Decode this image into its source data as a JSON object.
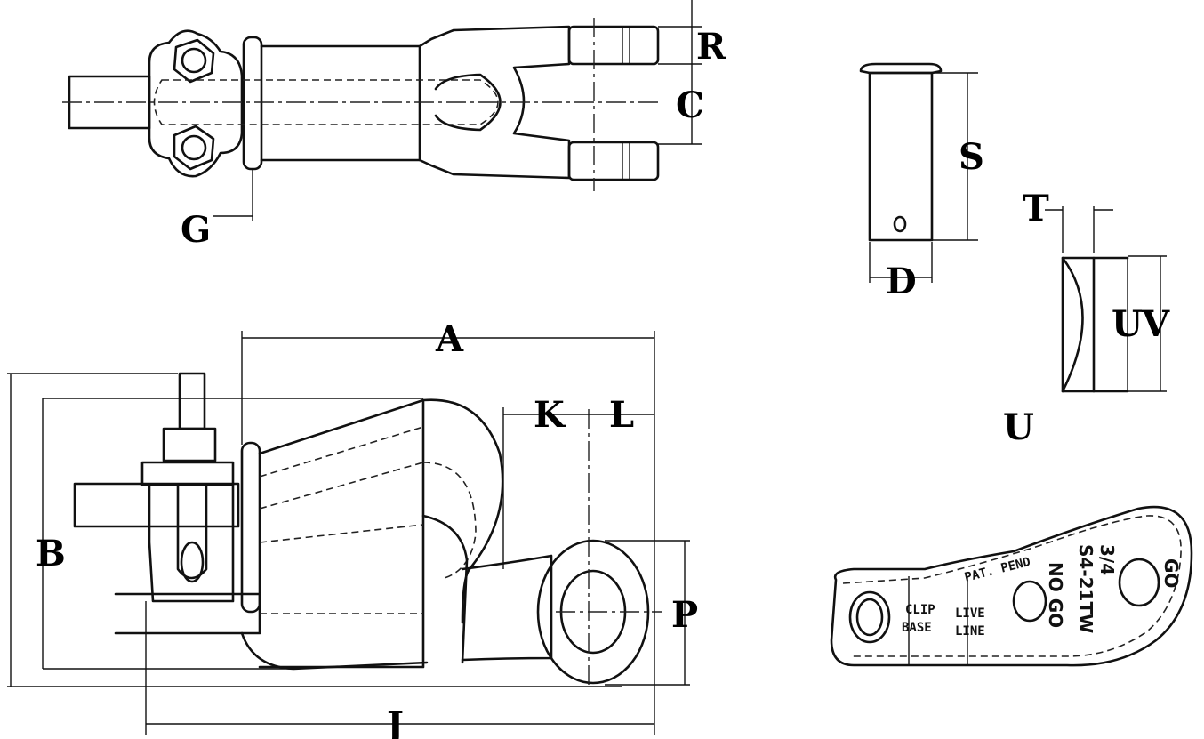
{
  "dimensions": {
    "R": "R",
    "C": "C",
    "G": "G",
    "S": "S",
    "D": "D",
    "T": "T",
    "U": "U",
    "V": "V",
    "A": "A",
    "B": "B",
    "K": "K",
    "L": "L",
    "P": "P",
    "J": "J"
  },
  "bushing_view_label": "U",
  "gauge": {
    "clip_base_1": "CLIP",
    "clip_base_2": "BASE",
    "live_line_1": "LIVE",
    "live_line_2": "LINE",
    "pat_pend": "PAT. PEND",
    "no_go": "NO GO",
    "size": "3/4",
    "part_no": "S4-21TW",
    "go": "GO"
  }
}
